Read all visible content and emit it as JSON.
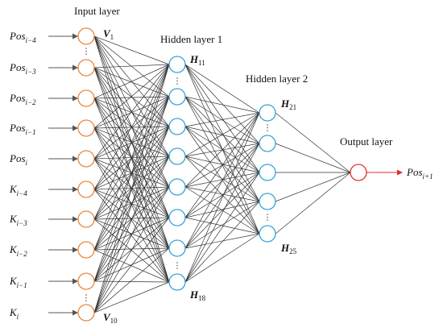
{
  "layers": {
    "input_title": "Input layer",
    "hidden1_title": "Hidden layer 1",
    "hidden2_title": "Hidden layer 2",
    "output_title": "Output layer"
  },
  "input_labels": [
    {
      "base": "Pos",
      "sub": "i−4"
    },
    {
      "base": "Pos",
      "sub": "i−3"
    },
    {
      "base": "Pos",
      "sub": "i−2"
    },
    {
      "base": "Pos",
      "sub": "i−1"
    },
    {
      "base": "Pos",
      "sub": "i"
    },
    {
      "base": "K",
      "sub": "i−4"
    },
    {
      "base": "K",
      "sub": "i−3"
    },
    {
      "base": "K",
      "sub": "i−2"
    },
    {
      "base": "K",
      "sub": "i−1"
    },
    {
      "base": "K",
      "sub": "i"
    }
  ],
  "node_labels": {
    "v_first": {
      "base": "V",
      "sub": "1"
    },
    "v_last": {
      "base": "V",
      "sub": "10"
    },
    "h1_first": {
      "base": "H",
      "sub": "11"
    },
    "h1_last": {
      "base": "H",
      "sub": "18"
    },
    "h2_first": {
      "base": "H",
      "sub": "21"
    },
    "h2_last": {
      "base": "H",
      "sub": "25"
    }
  },
  "output_label": {
    "base": "Pos",
    "sub": "i+1"
  },
  "colors": {
    "input_node": "#e8833a",
    "hidden_node": "#2fa3d6",
    "output_node": "#e32b2b",
    "edge": "#333333",
    "arrow": "#e32b2b"
  }
}
